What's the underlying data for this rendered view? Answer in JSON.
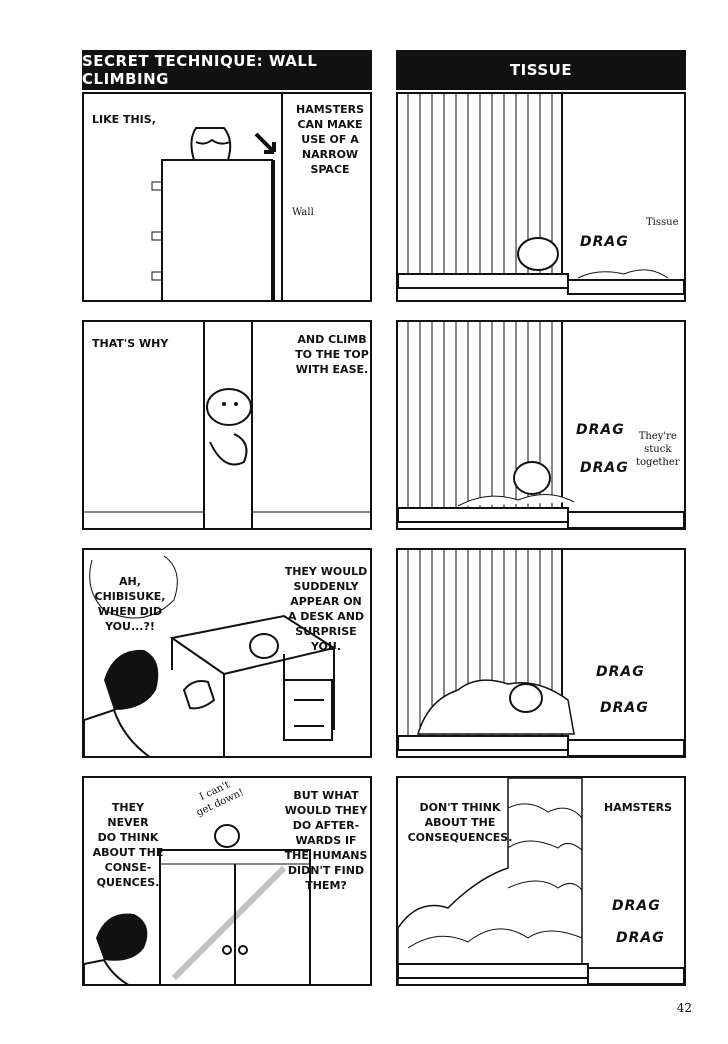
{
  "left_strip": {
    "title": "SECRET TECHNIQUE: WALL CLIMBING",
    "p1": {
      "text_a": "LIKE THIS,",
      "text_b": "HAMSTERS\nCAN MAKE\nUSE OF A\nNARROW\nSPACE",
      "label_wall": "Wall"
    },
    "p2": {
      "text_a": "THAT'S WHY",
      "text_b": "AND CLIMB\nTO THE TOP\nWITH EASE."
    },
    "p3": {
      "text_a": "AH,\nCHIBISUKE,\nWHEN DID\nYOU...?!",
      "text_b": "THEY WOULD\nSUDDENLY\nAPPEAR ON\nA DESK AND\nSURPRISE\nYOU."
    },
    "p4": {
      "text_a": "THEY\nNEVER\nDO THINK\nABOUT THE\nCONSE-\nQUENCES.",
      "text_b": "BUT WHAT\nWOULD THEY\nDO AFTER-\nWARDS IF\nTHE HUMANS\nDIDN'T FIND\nTHEM?",
      "hand": "I can't\nget down!"
    }
  },
  "right_strip": {
    "title": "TISSUE",
    "p1": {
      "sfx": "DRAG",
      "label": "Tissue"
    },
    "p2": {
      "sfx1": "DRAG",
      "sfx2": "DRAG",
      "label": "They're\nstuck\ntogether"
    },
    "p3": {
      "sfx1": "DRAG",
      "sfx2": "DRAG"
    },
    "p4": {
      "text_a": "DON'T THINK\nABOUT THE\nCONSEQUENCES.",
      "text_b": "HAMSTERS",
      "sfx1": "DRAG",
      "sfx2": "DRAG"
    }
  },
  "page_number": "42"
}
